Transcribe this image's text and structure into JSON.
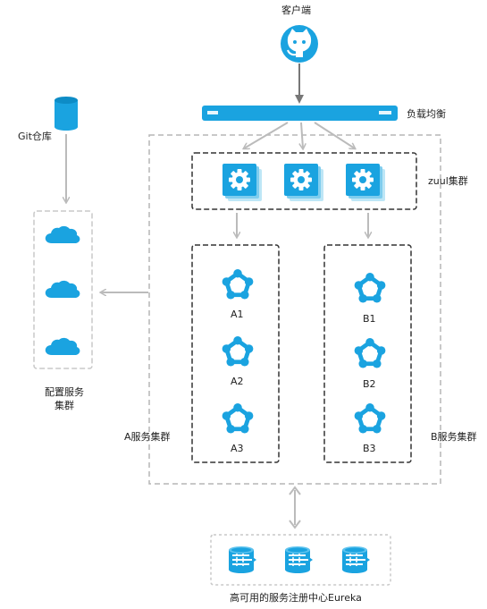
{
  "client": {
    "label": "客户端",
    "icon": "github-icon"
  },
  "load_balancer": {
    "label": "负载均衡"
  },
  "git_repo": {
    "label": "Git仓库",
    "icon": "database-icon"
  },
  "config_cluster": {
    "label_line1": "配置服务",
    "label_line2": "集群",
    "icon": "cloud-icon"
  },
  "zuul_cluster": {
    "label": "zuul集群",
    "icon": "gear-icon"
  },
  "cluster_a": {
    "label": "A服务集群",
    "nodes": [
      "A1",
      "A2",
      "A3"
    ]
  },
  "cluster_b": {
    "label": "B服务集群",
    "nodes": [
      "B1",
      "B2",
      "B3"
    ]
  },
  "eureka": {
    "label": "高可用的服务注册中心Eureka",
    "icon": "registry-icon"
  },
  "colors": {
    "accent": "#1aa3e0",
    "arrow": "#bbbbbb",
    "dashed_dark": "#333333",
    "dashed_light": "#b5b5b5"
  }
}
